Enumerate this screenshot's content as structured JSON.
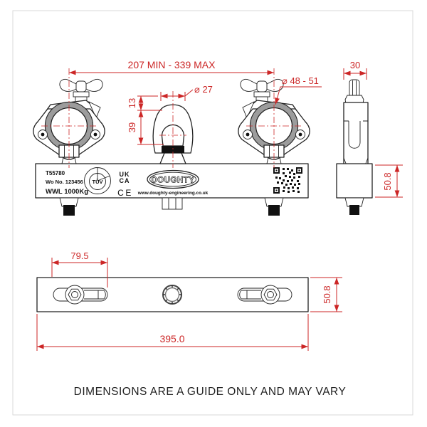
{
  "note": "DIMENSIONS ARE A GUIDE ONLY AND MAY VARY",
  "dims": {
    "span": "207 MIN - 339 MAX",
    "eye_hole_dia": "⌀ 27",
    "eye_top_offset": "13",
    "eye_height": "39",
    "tube_dia": "⌀ 48 - 51",
    "clamp_width": "30",
    "bar_height_side": "50.8",
    "slot_offset": "79.5",
    "bar_height_plan": "50.8",
    "bar_length": "395.0"
  },
  "label": {
    "part_no": "T55780",
    "works_no": "Wo No. 123456",
    "wwl": "WWL 1000Kg",
    "tuv": "TÜV",
    "ukca_top": "UK",
    "ukca_bottom": "CA",
    "ce": "CE",
    "brand": "DOUGHTY",
    "website": "www.doughty-engineering.co.uk"
  },
  "colors": {
    "dimension_red": "#cc2626",
    "outline_black": "#222222",
    "tube_shading_gray": "#9c9c9c",
    "frame_gray": "#d9d9d9"
  }
}
